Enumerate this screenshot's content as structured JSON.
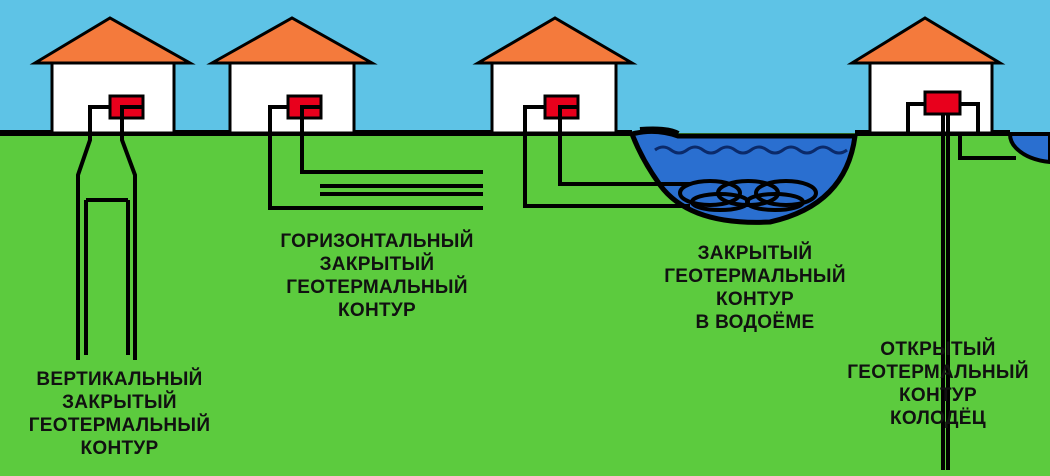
{
  "colors": {
    "sky": "#5ec3e6",
    "grass": "#5ccb3e",
    "roof": "#f47a3c",
    "wall": "#ffffff",
    "heat_pump": "#e8001c",
    "water": "#2a6fd0",
    "outline": "#000000"
  },
  "labels": {
    "vertical": [
      "ВЕРТИКАЛЬНЫЙ",
      "ЗАКРЫТЫЙ",
      "ГЕОТЕРМАЛЬНЫЙ",
      "КОНТУР"
    ],
    "horizontal": [
      "ГОРИЗОНТАЛЬНЫЙ",
      "ЗАКРЫТЫЙ",
      "ГЕОТЕРМАЛЬНЫЙ",
      "КОНТУР"
    ],
    "pond": [
      "ЗАКРЫТЫЙ",
      "ГЕОТЕРМАЛЬНЫЙ",
      "КОНТУР",
      "В ВОДОЁМЕ"
    ],
    "well": [
      "ОТКРЫТЫЙ",
      "ГЕОТЕРМАЛЬНЫЙ",
      "КОНТУР",
      "КОЛОДЁЦ"
    ]
  }
}
